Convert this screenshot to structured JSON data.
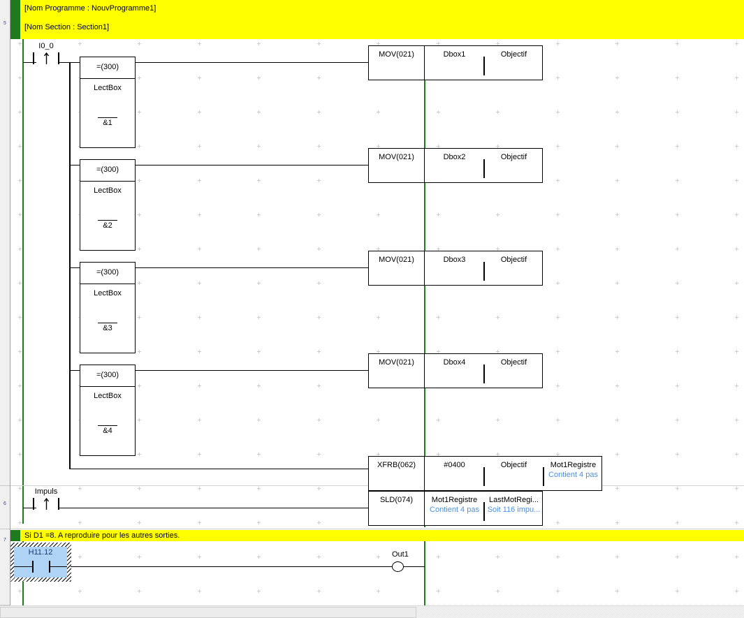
{
  "window": {
    "title": "Ladder Diagram Editor",
    "grid_color": "#cccccc",
    "rail_color": "#1d7a1d",
    "comment_bg": "#ffff00",
    "comment_tab": "#1d7a1d",
    "operand_comment_color": "#4a90e2",
    "selection_fill": "#aed3f4",
    "selection_label_color": "#1a3a7a"
  },
  "gutter": {
    "markers": [
      "5",
      "6",
      "7"
    ]
  },
  "comments": [
    {
      "id": "program-header",
      "lines": [
        "[Nom Programme : NouvProgramme1]",
        "[Nom Section : Section1]"
      ]
    },
    {
      "id": "rung-comment",
      "lines": [
        "Si D1 =8. A reproduire pour les autres sorties."
      ]
    }
  ],
  "contacts": [
    {
      "id": "i0_0",
      "label": "I0_0",
      "type": "rising-edge"
    },
    {
      "id": "impuls",
      "label": "Impuls",
      "type": "rising-edge"
    }
  ],
  "selection": {
    "label": "H11.12",
    "type": "normally-open"
  },
  "coils": [
    {
      "id": "out1",
      "label": "Out1",
      "type": "output"
    }
  ],
  "compare_blocks": [
    {
      "id": "cmp1",
      "mnemonic": "=(300)",
      "operand1": "LectBox",
      "operand2": "&1"
    },
    {
      "id": "cmp2",
      "mnemonic": "=(300)",
      "operand1": "LectBox",
      "operand2": "&2"
    },
    {
      "id": "cmp3",
      "mnemonic": "=(300)",
      "operand1": "LectBox",
      "operand2": "&3"
    },
    {
      "id": "cmp4",
      "mnemonic": "=(300)",
      "operand1": "LectBox",
      "operand2": "&4"
    }
  ],
  "instruction_blocks": [
    {
      "id": "mov1",
      "mnemonic": "MOV(021)",
      "operands": [
        {
          "name": "Dbox1",
          "comment": ""
        },
        {
          "name": "Objectif",
          "comment": ""
        }
      ]
    },
    {
      "id": "mov2",
      "mnemonic": "MOV(021)",
      "operands": [
        {
          "name": "Dbox2",
          "comment": ""
        },
        {
          "name": "Objectif",
          "comment": ""
        }
      ]
    },
    {
      "id": "mov3",
      "mnemonic": "MOV(021)",
      "operands": [
        {
          "name": "Dbox3",
          "comment": ""
        },
        {
          "name": "Objectif",
          "comment": ""
        }
      ]
    },
    {
      "id": "mov4",
      "mnemonic": "MOV(021)",
      "operands": [
        {
          "name": "Dbox4",
          "comment": ""
        },
        {
          "name": "Objectif",
          "comment": ""
        }
      ]
    },
    {
      "id": "xfrb",
      "mnemonic": "XFRB(062)",
      "operands": [
        {
          "name": "#0400",
          "comment": ""
        },
        {
          "name": "Objectif",
          "comment": ""
        },
        {
          "name": "Mot1Registre",
          "comment": "Contient 4 pas"
        }
      ]
    },
    {
      "id": "sld",
      "mnemonic": "SLD(074)",
      "operands": [
        {
          "name": "Mot1Registre",
          "comment": "Contient 4 pas"
        },
        {
          "name": "LastMotRegi...",
          "comment": "Soit 116 impu..."
        }
      ]
    }
  ],
  "scrollbar": {
    "orientation": "horizontal",
    "thumb_start_pct": 0,
    "thumb_end_pct": 56
  }
}
